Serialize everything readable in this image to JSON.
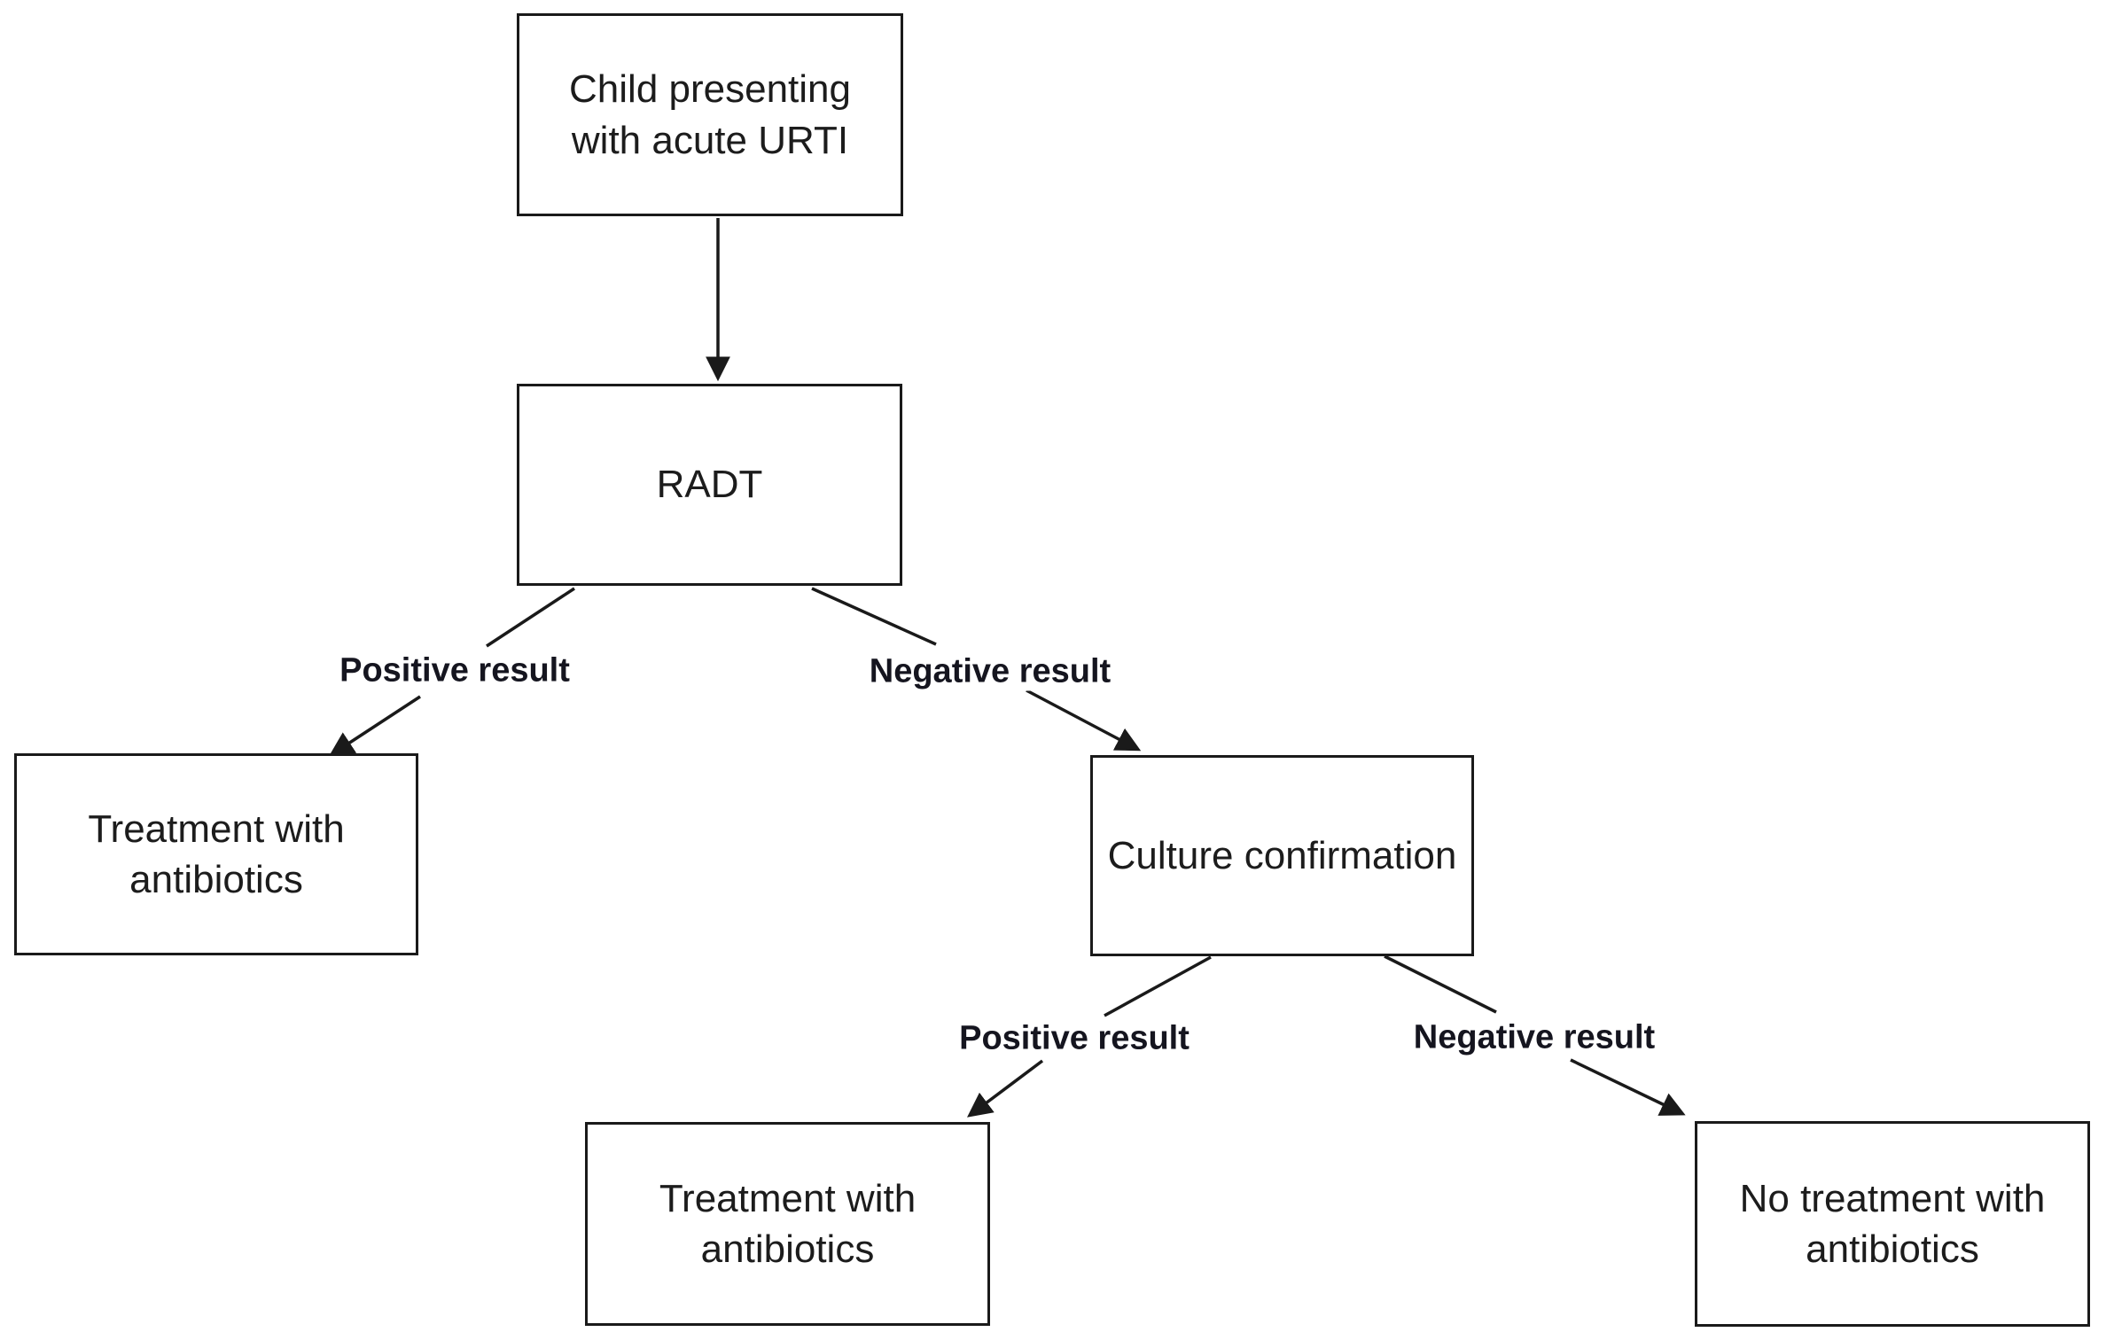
{
  "flowchart": {
    "background_color": "#ffffff",
    "line_color": "#1a1a1a",
    "box_fill_color": "#ffffff",
    "text_color": "#1c1c1c",
    "nodes": [
      {
        "id": "child-urti",
        "label": "Child presenting with acute URTI"
      },
      {
        "id": "radt",
        "label": "RADT"
      },
      {
        "id": "treatment-antibiotics-left",
        "label": "Treatment with antibiotics"
      },
      {
        "id": "culture-confirmation",
        "label": "Culture confirmation"
      },
      {
        "id": "treatment-antibiotics-center",
        "label": "Treatment with antibiotics"
      },
      {
        "id": "no-treatment-antibiotics",
        "label": "No treatment with antibiotics"
      }
    ],
    "edges": [
      {
        "from": "child-urti",
        "to": "radt",
        "label": ""
      },
      {
        "from": "radt",
        "to": "treatment-antibiotics-left",
        "label": "Positive result"
      },
      {
        "from": "radt",
        "to": "culture-confirmation",
        "label": "Negative result"
      },
      {
        "from": "culture-confirmation",
        "to": "treatment-antibiotics-center",
        "label": "Positive result"
      },
      {
        "from": "culture-confirmation",
        "to": "no-treatment-antibiotics",
        "label": "Negative result"
      }
    ]
  }
}
